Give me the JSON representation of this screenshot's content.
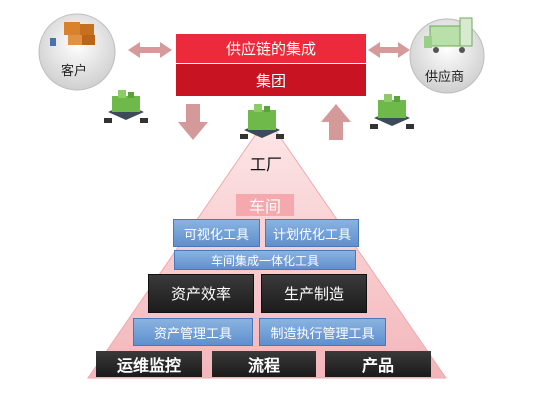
{
  "top": {
    "supply_chain": "供应链的集成",
    "group": "集团",
    "factory": "工厂",
    "workshop": "车间"
  },
  "nodes": {
    "customer": "客户",
    "supplier": "供应商"
  },
  "tools": {
    "visualization": "可视化工具",
    "planning": "计划优化工具",
    "integration": "车间集成一体化工具",
    "asset_efficiency": "资产效率",
    "manufacturing": "生产制造",
    "asset_management": "资产管理工具",
    "mes": "制造执行管理工具"
  },
  "base": {
    "ops_monitoring": "运维监控",
    "process": "流程",
    "product": "产品"
  },
  "colors": {
    "header_red": "#e8273a",
    "pyramid_pink": "#f7c3c6",
    "arrow_pink": "#d69a9a",
    "tool_blue": "#6d9ad4",
    "dark_box": "#262626"
  },
  "icons": {
    "customer": "boxes-icon",
    "supplier": "truck-icon",
    "factory": "factory-icon"
  }
}
